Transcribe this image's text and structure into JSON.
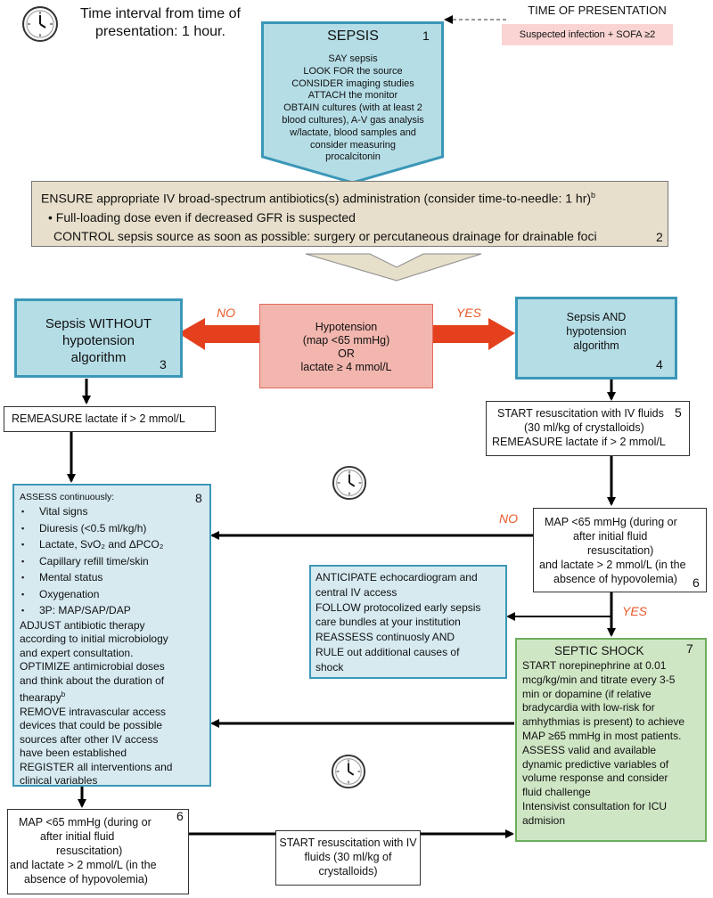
{
  "colors": {
    "blue_fill": "#b5dde6",
    "blue_border": "#3b97b8",
    "tan_fill": "#e7dfcb",
    "red_fill": "#f2b6ae",
    "red_arrow": "#e4401e",
    "green_fill": "#cfe6c5",
    "green_border": "#6cae5c",
    "pink_fill": "#f9d4d3",
    "yes_no_text": "#e85a2a"
  },
  "icons": {
    "clock": "clock-icon"
  },
  "header": {
    "time_interval": "Time interval from time of presentation: 1 hour.",
    "time_of_presentation": "TIME OF PRESENTATION",
    "suspected": "Suspected infection + SOFA ≥2"
  },
  "box1": {
    "title": "SEPSIS",
    "number": "1",
    "lines": [
      "SAY sepsis",
      "LOOK FOR the source",
      "CONSIDER imaging studies",
      "ATTACH the monitor",
      "OBTAIN cultures (with at least 2",
      "blood cultures), A-V gas analysis",
      "w/lactate, blood samples and",
      "consider measuring",
      "procalcitonin"
    ]
  },
  "box2": {
    "line1": "ENSURE appropriate IV broad-spectrum antibiotics(s) administration (consider time-to-needle: 1 hr)",
    "line1_sup": "b",
    "line2": "• Full-loading dose even if decreased GFR is suspected",
    "line3": "CONTROL sepsis source as soon as  possible: surgery or percutaneous drainage for drainable foci",
    "number": "2"
  },
  "hypotension": {
    "lines": [
      "Hypotension",
      "(map <65 mmHg)",
      "OR",
      "lactate ≥ 4 mmol/L"
    ],
    "no": "NO",
    "yes": "YES"
  },
  "box3": {
    "lines": [
      "Sepsis WITHOUT",
      "hypotension",
      "algorithm"
    ],
    "number": "3"
  },
  "box4": {
    "lines": [
      "Sepsis AND",
      "hypotension",
      "algorithm"
    ],
    "number": "4"
  },
  "remeasure": "REMEASURE lactate if > 2 mmol/L",
  "box5": {
    "lines": [
      "START resuscitation with IV fluids",
      "(30 ml/kg of crystalloids)",
      "REMEASURE lactate if > 2 mmol/L"
    ],
    "number": "5"
  },
  "box8": {
    "header": "ASSESS continuously:",
    "bullets": [
      "Vital signs",
      "Diuresis (<0.5 ml/kg/h)",
      "Lactate, SvO₂ and ΔPCO₂",
      "Capillary refill time/skin",
      "Mental status",
      "Oxygenation",
      "3P: MAP/SAP/DAP"
    ],
    "paragraph": [
      "ADJUST antibiotic therapy",
      "according to initial microbiology",
      "and expert consultation.",
      "OPTIMIZE antimicrobial doses",
      "and think about the duration of",
      "thearapy"
    ],
    "paragraph_sup": "b",
    "paragraph2": [
      "REMOVE intravascular access",
      "devices that could be possible",
      "sources after other IV access",
      "have been established",
      "REGISTER all interventions and",
      "clinical variables"
    ],
    "number": "8"
  },
  "map_right": {
    "lines": [
      "MAP <65 mmHg (during or",
      "after initial fluid",
      "resuscitation)",
      "and lactate > 2 mmol/L (in the",
      "absence of hypovolemia)"
    ],
    "number": "6",
    "no": "NO",
    "yes": "YES"
  },
  "anticipate": {
    "lines": [
      "ANTICIPATE echocardiogram and",
      "central IV access",
      "FOLLOW  protocolized early sepsis",
      "care bundles at your institution",
      "REASSESS continuosly AND",
      "RULE out additional causes of",
      "shock"
    ]
  },
  "box7": {
    "title": "SEPTIC SHOCK",
    "number": "7",
    "lines": [
      "START norepinephrine at 0.01",
      "mcg/kg/min and titrate every 3-5",
      "min or dopamine (if relative",
      "bradycardia with low-risk for",
      "amhythmias is present) to achieve",
      "MAP ≥65 mmHg in most patients.",
      "ASSESS valid and available",
      "dynamic predictive variables of",
      "volume response  and consider",
      "fluid challenge",
      "Intensivist consultation for ICU",
      "admision"
    ]
  },
  "map_left": {
    "lines": [
      "MAP <65 mmHg (during or",
      "after initial  fluid",
      "resuscitation)",
      "and lactate > 2 mmol/L (in the",
      "absence of hypovolemia)"
    ],
    "number": "6"
  },
  "start_bottom": {
    "lines": [
      "START resuscitation with IV",
      "fluids (30 ml/kg of",
      "crystalloids)"
    ]
  }
}
